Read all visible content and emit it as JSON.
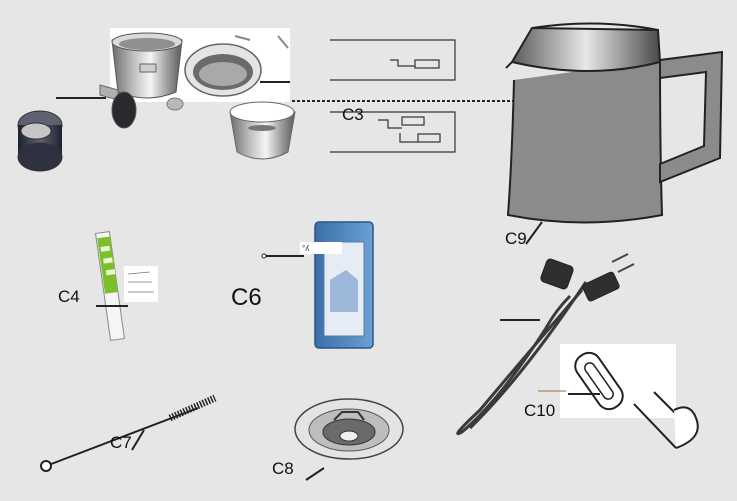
{
  "labels": {
    "c3": "C3",
    "c4": "C4",
    "c6": "C6",
    "c7": "C7",
    "c8": "C8",
    "c9": "C9",
    "c10": "C10"
  }
}
